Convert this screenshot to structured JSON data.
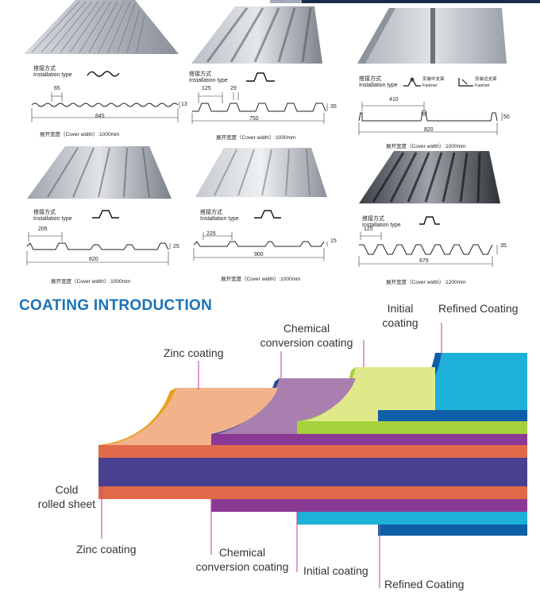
{
  "section_title": "COATING INTRODUCTION",
  "install_label_cn": "搭接方式",
  "install_label_en": "Installation type",
  "fastener_labels": {
    "center_cn": "安装中支架",
    "edge_cn": "安装边支架",
    "en": "Fastner"
  },
  "panels": [
    {
      "pitch": "65",
      "height": "13",
      "width": "845",
      "cover": "展开宽度（Cover width）:1000mm"
    },
    {
      "pitch": "125",
      "crest": "29",
      "height": "35",
      "width": "750",
      "cover": "展开宽度（Cover width）:1000mm"
    },
    {
      "pitch": "410",
      "height": "50",
      "width": "820",
      "cover": "展开宽度（Cover width）:1000mm"
    },
    {
      "pitch": "205",
      "height": "25",
      "width": "820",
      "cover": "展开宽度（Cover width）:1000mm"
    },
    {
      "pitch": "225",
      "height": "15",
      "width": "900",
      "cover": "展开宽度（Cover width）:1000mm"
    },
    {
      "pitch": "125",
      "height": "35",
      "width": "875",
      "cover": "展开宽度（Cover width）:1200mm"
    }
  ],
  "layers_top": {
    "zinc": "Zinc coating",
    "chemical_1": "Chemical",
    "chemical_2": "conversion coating",
    "initial_1": "Initial",
    "initial_2": "coating",
    "refined": "Refined Coating"
  },
  "layers_bottom": {
    "cold_1": "Cold",
    "cold_2": "rolled sheet",
    "zinc": "Zinc coating",
    "chemical_1": "Chemical",
    "chemical_2": "conversion coating",
    "initial": "Initial coating",
    "refined": "Refined Coating"
  },
  "colors": {
    "title_blue": "#1b72b8",
    "core": "#4a4090",
    "zinc": "#e06a4a",
    "chemical": "#8b3a94",
    "initial": "#a6d13a",
    "refined": "#1db0d8",
    "refined_dark": "#0f5ea8",
    "label_line": "#c23aa0"
  }
}
